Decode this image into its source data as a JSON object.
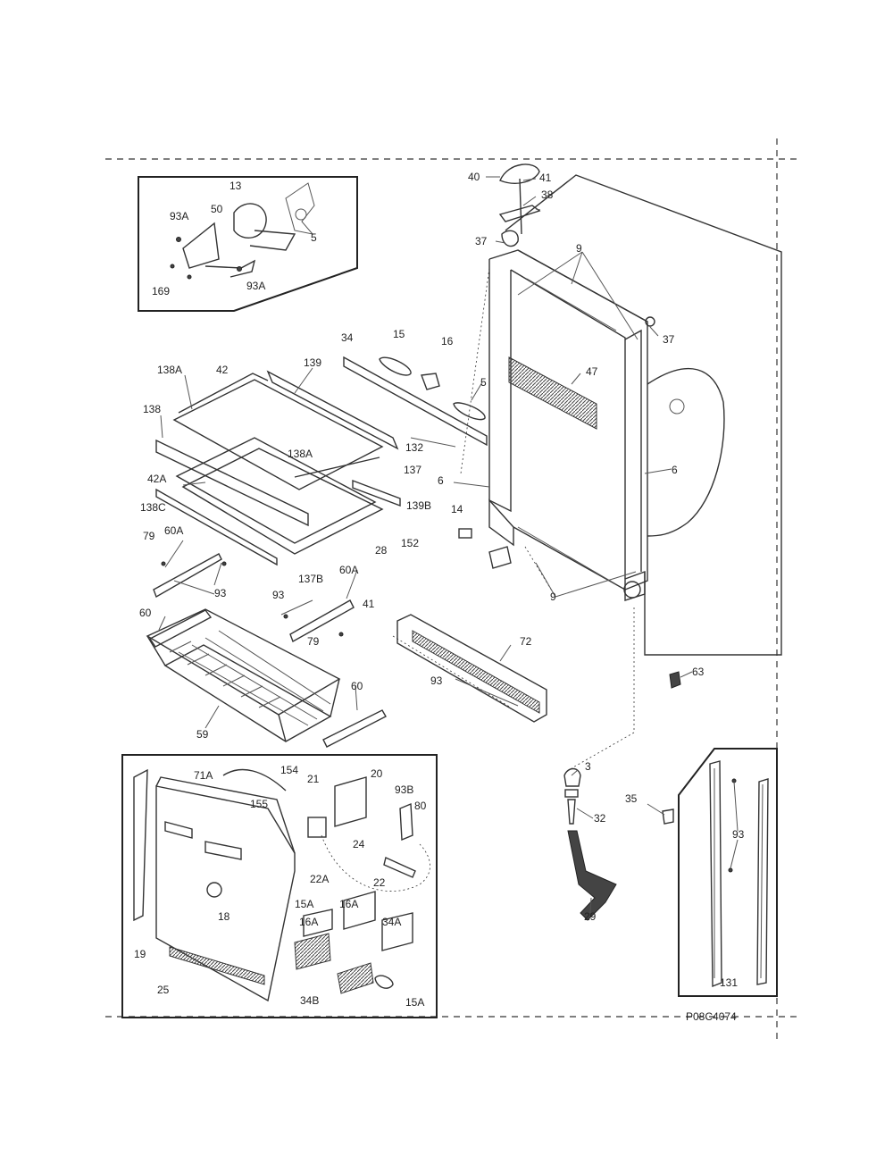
{
  "diagram_code": "P08C4074",
  "callouts": [
    {
      "id": "c40",
      "text": "40"
    },
    {
      "id": "c41a",
      "text": "41"
    },
    {
      "id": "c38",
      "text": "38"
    },
    {
      "id": "c37a",
      "text": "37"
    },
    {
      "id": "c9a",
      "text": "9"
    },
    {
      "id": "c37b",
      "text": "37"
    },
    {
      "id": "c13",
      "text": "13"
    },
    {
      "id": "c93a1",
      "text": "93A"
    },
    {
      "id": "c50",
      "text": "50"
    },
    {
      "id": "c5a",
      "text": "5"
    },
    {
      "id": "c169",
      "text": "169"
    },
    {
      "id": "c93a2",
      "text": "93A"
    },
    {
      "id": "c34",
      "text": "34"
    },
    {
      "id": "c15",
      "text": "15"
    },
    {
      "id": "c16",
      "text": "16"
    },
    {
      "id": "c5b",
      "text": "5"
    },
    {
      "id": "c47",
      "text": "47"
    },
    {
      "id": "c138a1",
      "text": "138A"
    },
    {
      "id": "c42",
      "text": "42"
    },
    {
      "id": "c139",
      "text": "139"
    },
    {
      "id": "c138",
      "text": "138"
    },
    {
      "id": "c132",
      "text": "132"
    },
    {
      "id": "c138a2",
      "text": "138A"
    },
    {
      "id": "c137",
      "text": "137"
    },
    {
      "id": "c6a",
      "text": "6"
    },
    {
      "id": "c6b",
      "text": "6"
    },
    {
      "id": "c42a",
      "text": "42A"
    },
    {
      "id": "c139b",
      "text": "139B"
    },
    {
      "id": "c138c",
      "text": "138C"
    },
    {
      "id": "c14",
      "text": "14"
    },
    {
      "id": "c28",
      "text": "28"
    },
    {
      "id": "c152",
      "text": "152"
    },
    {
      "id": "c79a",
      "text": "79"
    },
    {
      "id": "c60a1",
      "text": "60A"
    },
    {
      "id": "c137b",
      "text": "137B"
    },
    {
      "id": "c60a2",
      "text": "60A"
    },
    {
      "id": "c93a",
      "text": "93"
    },
    {
      "id": "c41b",
      "text": "41"
    },
    {
      "id": "c9b",
      "text": "9"
    },
    {
      "id": "c93b",
      "text": "93"
    },
    {
      "id": "c79b",
      "text": "79"
    },
    {
      "id": "c60a",
      "text": "60"
    },
    {
      "id": "c72",
      "text": "72"
    },
    {
      "id": "c93c",
      "text": "93"
    },
    {
      "id": "c63",
      "text": "63"
    },
    {
      "id": "c60b",
      "text": "60"
    },
    {
      "id": "c59",
      "text": "59"
    },
    {
      "id": "c154",
      "text": "154"
    },
    {
      "id": "c71a",
      "text": "71A"
    },
    {
      "id": "c21",
      "text": "21"
    },
    {
      "id": "c20",
      "text": "20"
    },
    {
      "id": "c155",
      "text": "155"
    },
    {
      "id": "c93b2",
      "text": "93B"
    },
    {
      "id": "c80",
      "text": "80"
    },
    {
      "id": "c24",
      "text": "24"
    },
    {
      "id": "c22a",
      "text": "22A"
    },
    {
      "id": "c22",
      "text": "22"
    },
    {
      "id": "c18",
      "text": "18"
    },
    {
      "id": "c15a1",
      "text": "15A"
    },
    {
      "id": "c16a1",
      "text": "16A"
    },
    {
      "id": "c16a2",
      "text": "16A"
    },
    {
      "id": "c34a",
      "text": "34A"
    },
    {
      "id": "c19",
      "text": "19"
    },
    {
      "id": "c25",
      "text": "25"
    },
    {
      "id": "c34b",
      "text": "34B"
    },
    {
      "id": "c15a2",
      "text": "15A"
    },
    {
      "id": "c3",
      "text": "3"
    },
    {
      "id": "c35",
      "text": "35"
    },
    {
      "id": "c32",
      "text": "32"
    },
    {
      "id": "c93d",
      "text": "93"
    },
    {
      "id": "c29",
      "text": "29"
    },
    {
      "id": "c131",
      "text": "131"
    }
  ]
}
